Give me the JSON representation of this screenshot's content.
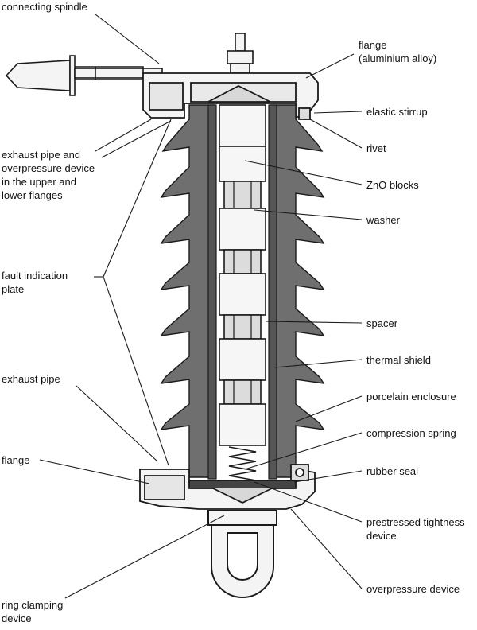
{
  "labels": {
    "connecting_spindle": "connecting spindle",
    "flange_top": "flange\n(aluminium alloy)",
    "elastic_stirrup": "elastic stirrup",
    "rivet": "rivet",
    "exhaust_overpressure": "exhaust pipe and\noverpressure device\nin the upper and\nlower flanges",
    "zno_blocks": "ZnO blocks",
    "washer": "washer",
    "fault_indication": "fault indication\nplate",
    "spacer": "spacer",
    "thermal_shield": "thermal shield",
    "exhaust_pipe": "exhaust pipe",
    "porcelain_enclosure": "porcelain enclosure",
    "compression_spring": "compression spring",
    "flange_bottom": "flange",
    "rubber_seal": "rubber seal",
    "prestressed_device": "prestressed tightness\ndevice",
    "overpressure_device": "overpressure device",
    "ring_clamping": "ring clamping\ndevice"
  },
  "colors": {
    "porcelain": "#6f6f6f",
    "porcelain_dark": "#555555",
    "outline": "#1a1a1a",
    "metal": "#f2f2f2",
    "block": "#f6f6f6",
    "label": "#111111"
  }
}
